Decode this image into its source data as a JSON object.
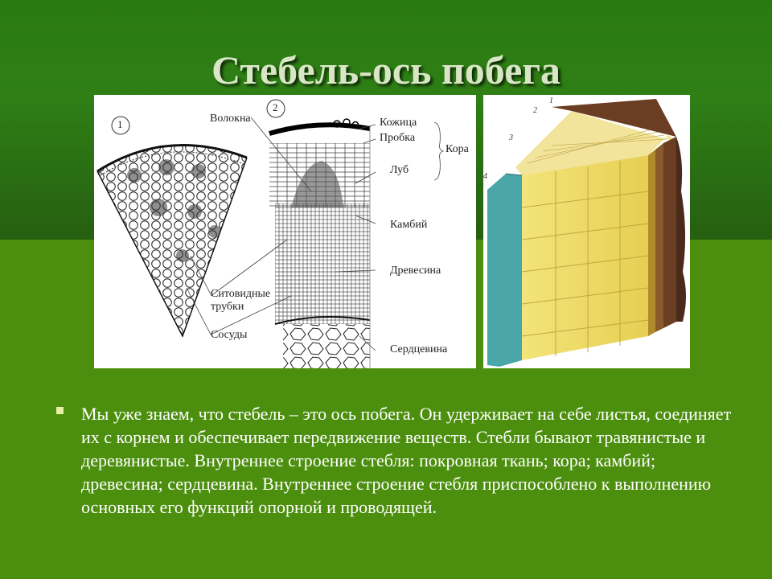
{
  "slide": {
    "title": "Стебель-ось побега",
    "body": "Мы уже знаем, что стебель – это ось побега. Он удерживает на себе листья, соединяет их  с корнем и обеспечивает передвижение веществ. Стебли бывают травянистые и деревянистые. Внутреннее строение стебля: покровная ткань; кора; камбий; древесина; сердцевина. Внутреннее строение стебля приспособлено к выполнению основных его функций опорной и проводящей."
  },
  "diagram_left": {
    "marker_1": "1",
    "marker_2": "2",
    "labels": {
      "fibers": "Волокна",
      "skin": "Кожица",
      "cork": "Пробка",
      "bark": "Кора",
      "bast": "Луб",
      "cambium": "Камбий",
      "wood": "Древесина",
      "sieve_tubes_1": "Ситовидные",
      "sieve_tubes_2": "трубки",
      "vessels": "Сосуды",
      "pith": "Сердцевина"
    }
  },
  "diagram_right": {
    "numbers": [
      "1",
      "2",
      "3",
      "4"
    ]
  },
  "colors": {
    "background_top": "#2f7f16",
    "background_bottom": "#4c8f0e",
    "title": "#d9e6c6",
    "body_text": "#ffffff",
    "wood_yellow": "#eedc62",
    "bark_brown": "#7a4a2a",
    "pith_teal": "#4aa6a8"
  }
}
